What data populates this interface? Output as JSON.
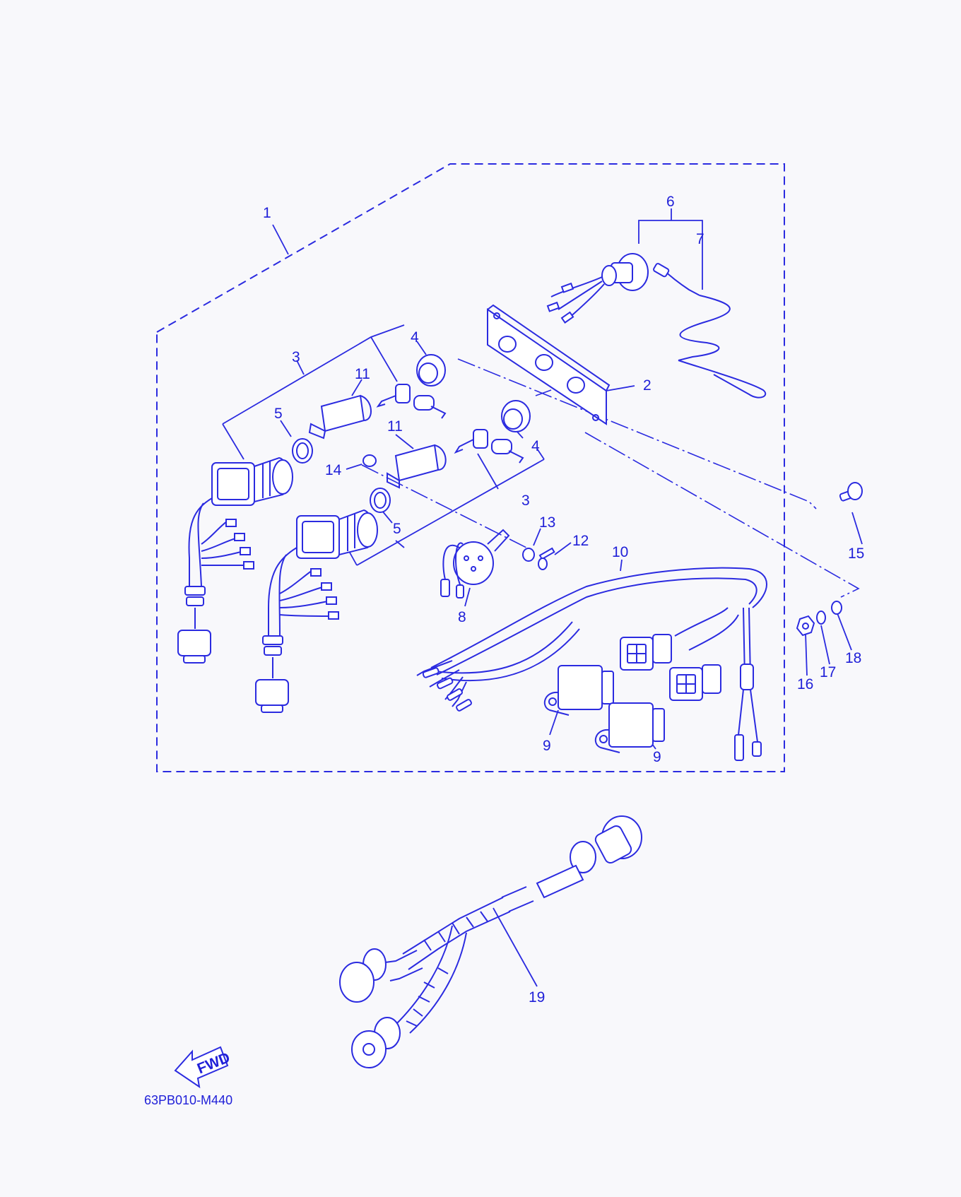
{
  "diagram": {
    "callouts": [
      "1",
      "2",
      "3",
      "3",
      "4",
      "4",
      "5",
      "5",
      "6",
      "7",
      "8",
      "9",
      "9",
      "10",
      "11",
      "11",
      "12",
      "13",
      "14",
      "15",
      "16",
      "17",
      "18",
      "19"
    ],
    "fwd_label": "FWD",
    "drawing_code": "63PB010-M440"
  },
  "colors": {
    "ink": "#2b2be0",
    "background": "#f8f8fb"
  }
}
